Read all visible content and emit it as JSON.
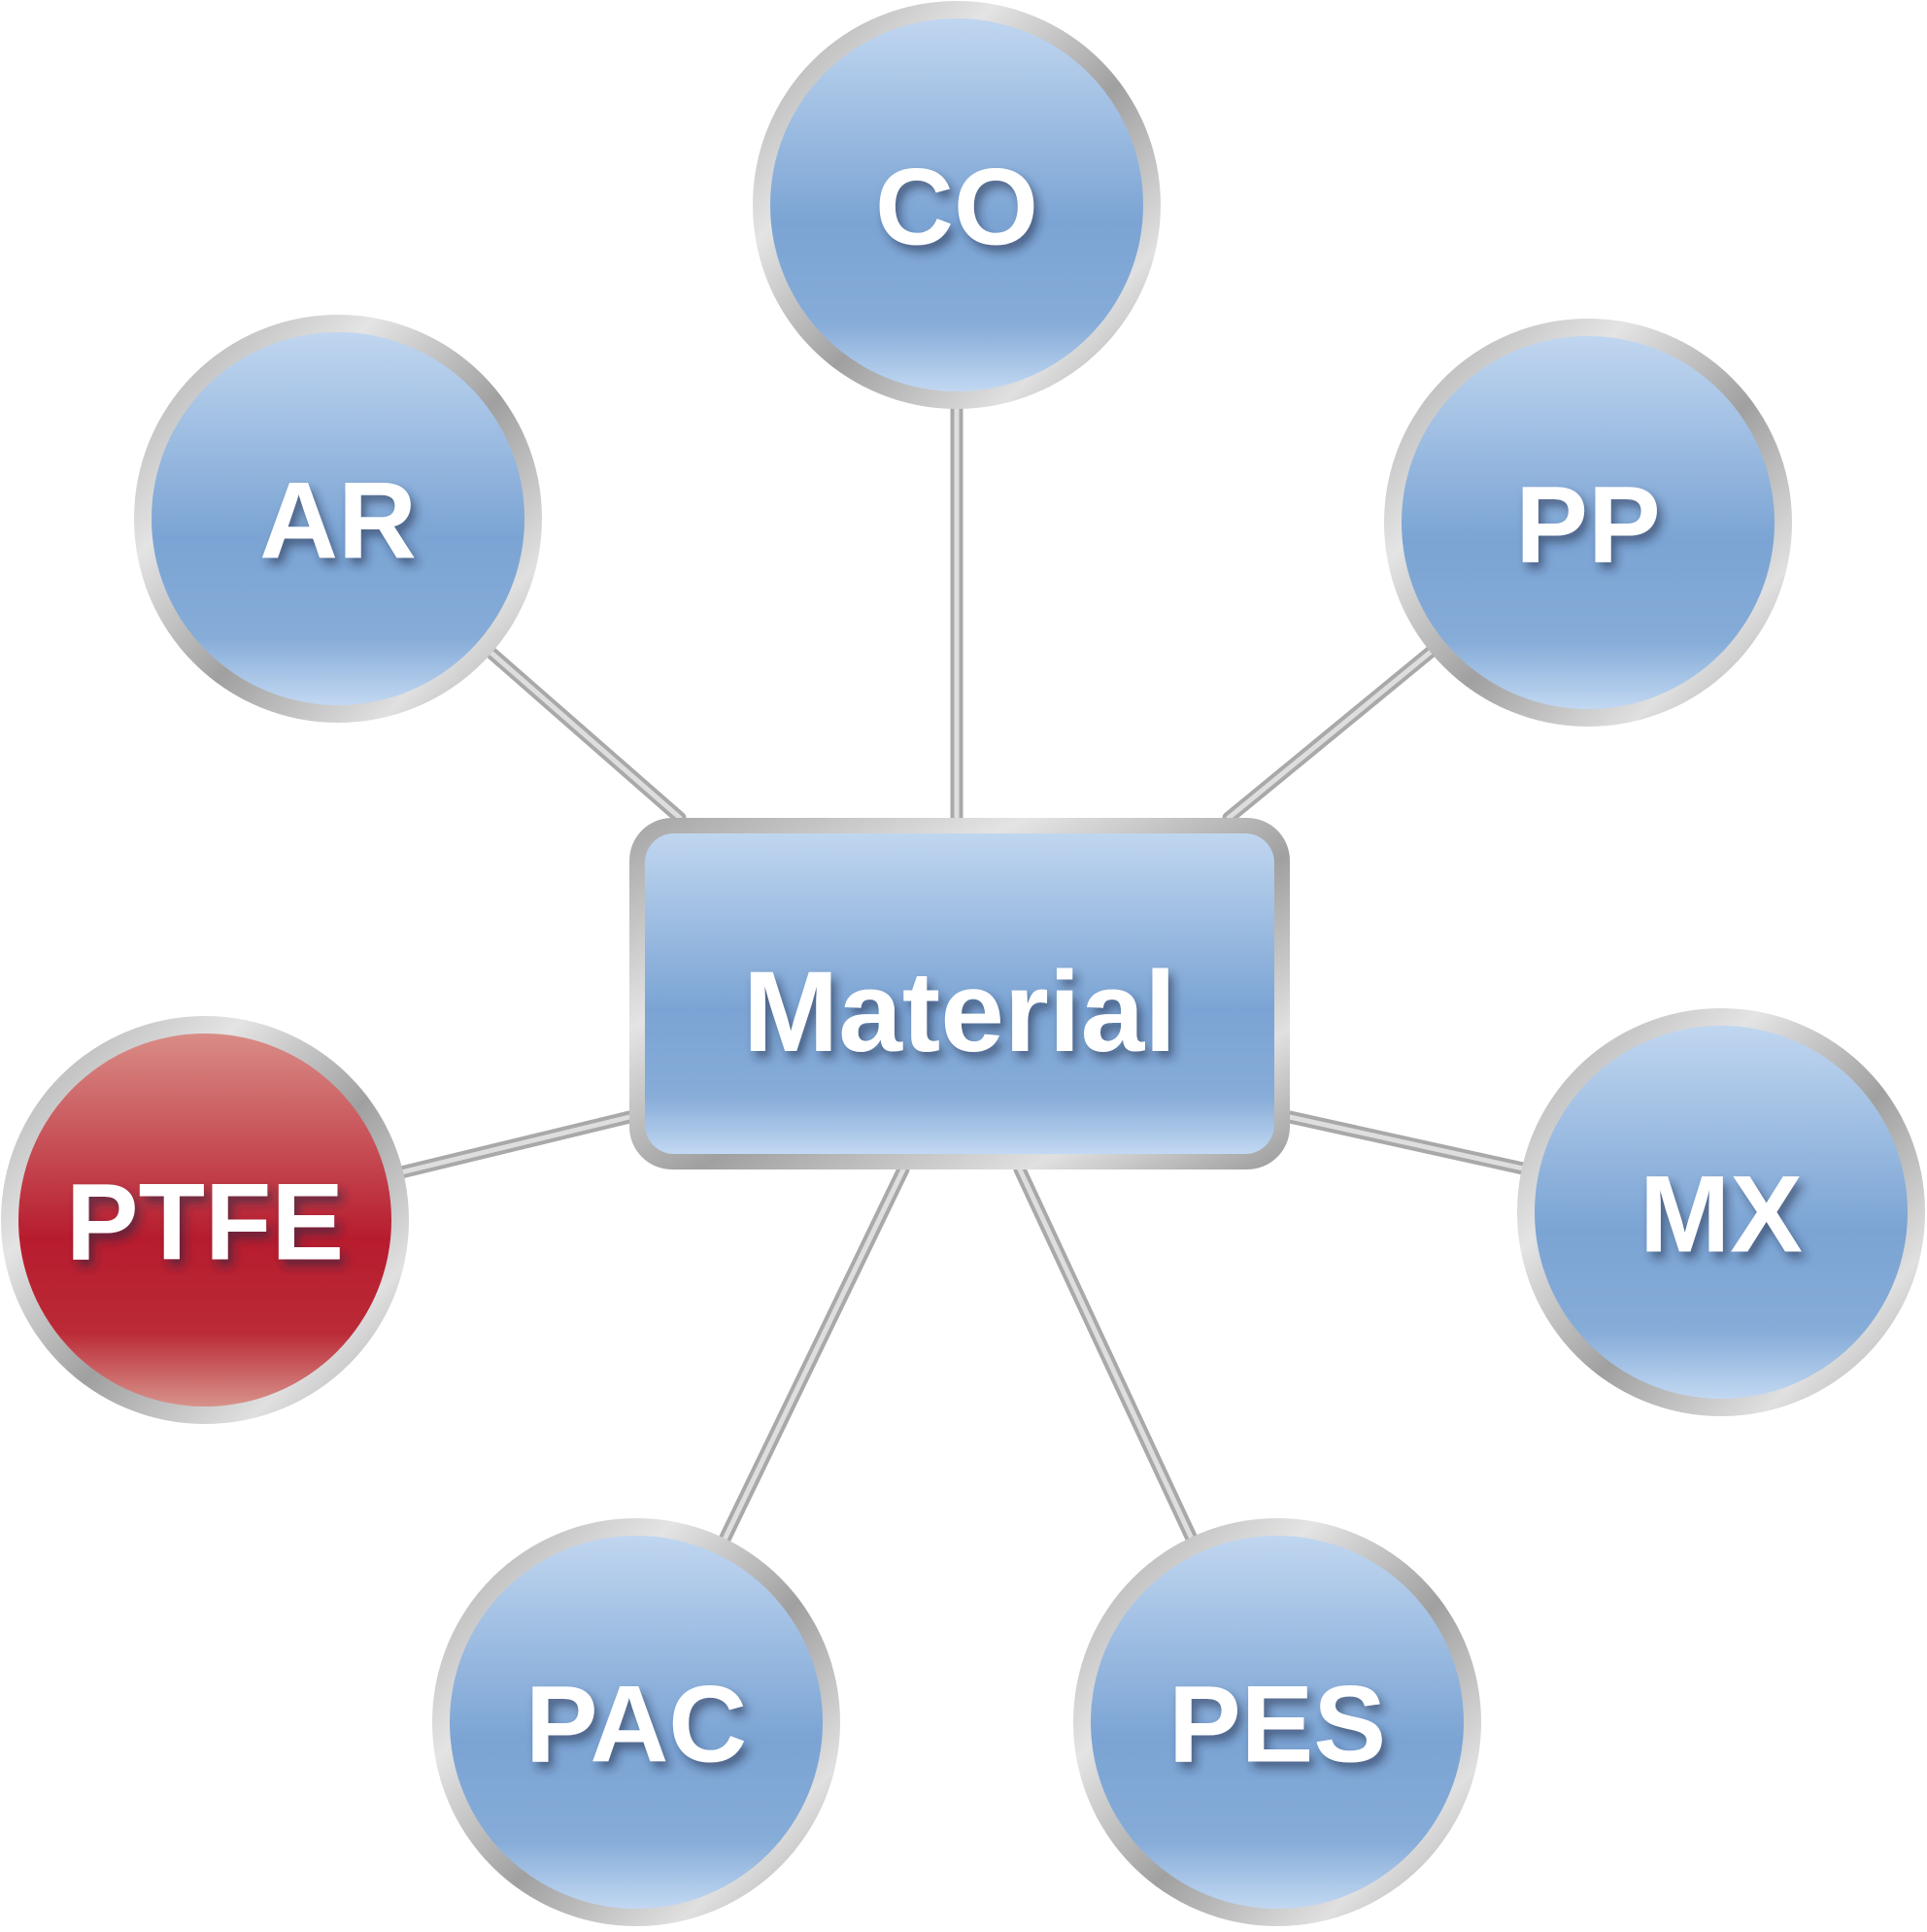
{
  "diagram": {
    "center": {
      "id": "material",
      "label": "Material"
    },
    "nodes": [
      {
        "id": "co",
        "label": "CO",
        "highlighted": false
      },
      {
        "id": "ar",
        "label": "AR",
        "highlighted": false
      },
      {
        "id": "pp",
        "label": "PP",
        "highlighted": false
      },
      {
        "id": "ptfe",
        "label": "PTFE",
        "highlighted": true
      },
      {
        "id": "mx",
        "label": "MX",
        "highlighted": false
      },
      {
        "id": "pac",
        "label": "PAC",
        "highlighted": false
      },
      {
        "id": "pes",
        "label": "PES",
        "highlighted": false
      }
    ],
    "colors": {
      "node_fill_top": "#c0d6f0",
      "node_fill_mid": "#7ba4d4",
      "node_fill_bottom": "#b8d0ee",
      "highlight_fill_top": "#d88a84",
      "highlight_fill_mid": "#b71c2e",
      "highlight_fill_bottom": "#d2857f",
      "ring_light": "#e2e2e2",
      "ring_dark": "#9c9c9c",
      "connector": "#b4b4b4",
      "label": "#ffffff"
    }
  }
}
